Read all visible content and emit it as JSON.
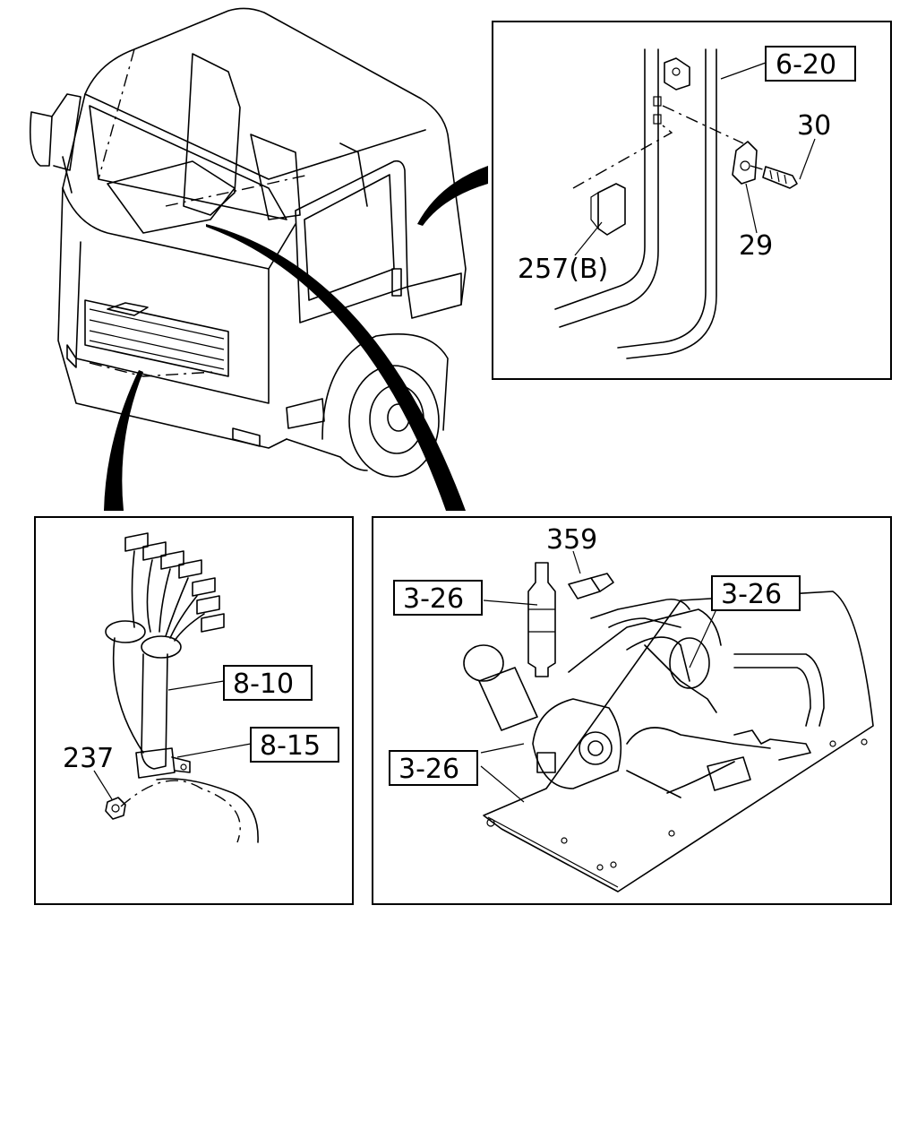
{
  "labels": {
    "ref_6_20": "6-20",
    "part_30": "30",
    "part_29": "29",
    "part_257b": "257(B)",
    "ref_8_10": "8-10",
    "ref_8_15": "8-15",
    "part_237": "237",
    "part_359": "359",
    "ref_3_26_a": "3-26",
    "ref_3_26_b": "3-26",
    "ref_3_26_c": "3-26"
  }
}
